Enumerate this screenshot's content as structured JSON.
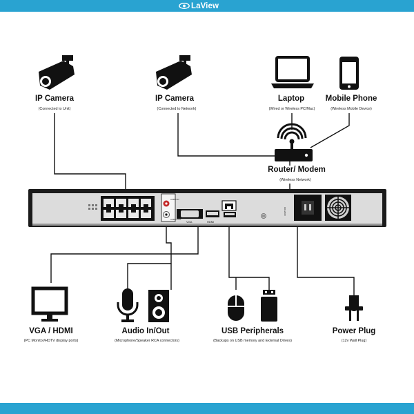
{
  "brand": {
    "name": "LaView",
    "color": "#29a3d1"
  },
  "devices": {
    "ip_camera_unit": {
      "title": "IP Camera",
      "subtitle": "(Connected to Unit)"
    },
    "ip_camera_network": {
      "title": "IP Camera",
      "subtitle": "(Connected to Network)"
    },
    "laptop": {
      "title": "Laptop",
      "subtitle": "(Wired or Wireless PC/Mac)"
    },
    "mobile_phone": {
      "title": "Mobile Phone",
      "subtitle": "(Wireless Mobile Device)"
    },
    "router": {
      "title": "Router/ Modem",
      "subtitle": "(Wireless Network)"
    },
    "vga_hdmi": {
      "title": "VGA / HDMI",
      "subtitle": "(PC Monitor/HDTV display ports)"
    },
    "audio": {
      "title": "Audio In/Out",
      "subtitle": "(Microphone/Speaker RCA connectors)"
    },
    "usb": {
      "title": "USB Peripherals",
      "subtitle": "(Backups on USB memory and External Drives)"
    },
    "power": {
      "title": "Power Plug",
      "subtitle": "(12v Wall Plug)"
    }
  },
  "nvr": {
    "ports": {
      "audio_in_label": "AUDIO IN",
      "audio_out_label": "AUDIO OUT",
      "vga_label": "VGA",
      "hdmi_label": "HDMI",
      "power_label": "100-240V"
    }
  }
}
